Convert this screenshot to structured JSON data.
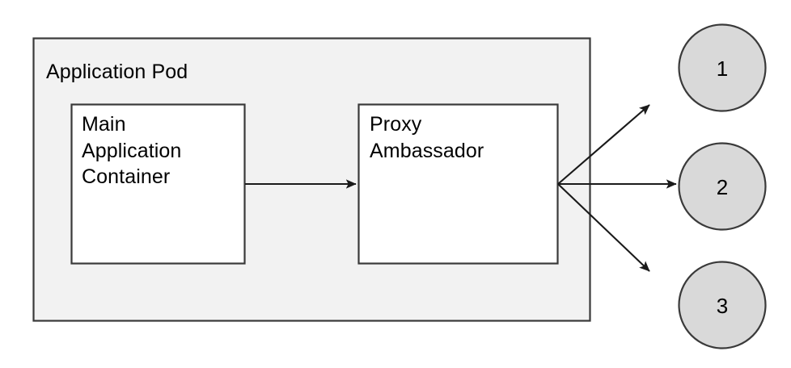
{
  "diagram": {
    "type": "architecture-diagram",
    "pod": {
      "title": "Application Pod",
      "fill": "#f2f2f2",
      "stroke": "#3a3a3a"
    },
    "containers": [
      {
        "id": "main-application-container",
        "label": "Main\nApplication\nContainer",
        "fill": "#ffffff",
        "stroke": "#3a3a3a"
      },
      {
        "id": "proxy-ambassador",
        "label": "Proxy\nAmbassador",
        "fill": "#ffffff",
        "stroke": "#3a3a3a"
      }
    ],
    "services": [
      {
        "id": "service-1",
        "label": "1",
        "fill": "#d9d9d9",
        "stroke": "#3a3a3a"
      },
      {
        "id": "service-2",
        "label": "2",
        "fill": "#d9d9d9",
        "stroke": "#3a3a3a"
      },
      {
        "id": "service-3",
        "label": "3",
        "fill": "#d9d9d9",
        "stroke": "#3a3a3a"
      }
    ],
    "connectors": [
      {
        "id": "main-to-proxy",
        "from": "main-application-container",
        "to": "proxy-ambassador",
        "style": "arrow"
      },
      {
        "id": "proxy-to-service-1",
        "from": "proxy-ambassador",
        "to": "service-1",
        "style": "arrow"
      },
      {
        "id": "proxy-to-service-2",
        "from": "proxy-ambassador",
        "to": "service-2",
        "style": "arrow"
      },
      {
        "id": "proxy-to-service-3",
        "from": "proxy-ambassador",
        "to": "service-3",
        "style": "arrow"
      }
    ],
    "colors": {
      "line": "#1a1a1a",
      "text": "#000000",
      "background": "#ffffff"
    }
  }
}
